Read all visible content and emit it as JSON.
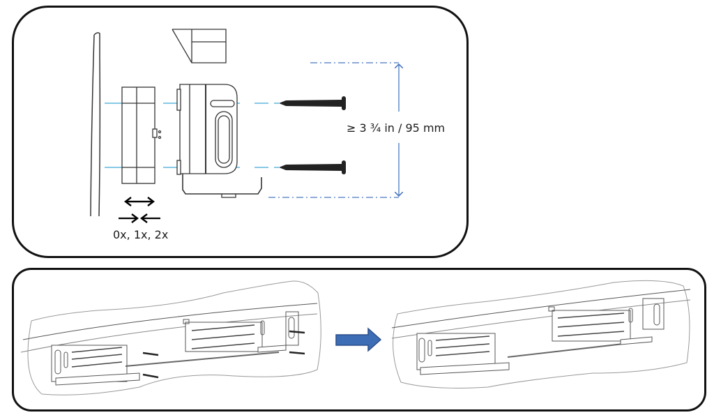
{
  "diagram": {
    "title": "Wall mount bracket installation",
    "top_panel": {
      "name": "bracket-spacing-detail",
      "spacing_label": "≥ 3 ¾ in / 95 mm",
      "offset_label": "0x, 1x, 2x",
      "components": [
        "wall",
        "spacer",
        "end-cap",
        "bracket",
        "screw-upper",
        "screw-lower",
        "dimension-arrow",
        "offset-arrows"
      ]
    },
    "bottom_panel": {
      "name": "soundbar-mount-sequence",
      "steps": [
        {
          "name": "before",
          "description": "Brackets with screws being inserted"
        },
        {
          "name": "after",
          "description": "Brackets mounted"
        }
      ],
      "transition_icon": "right-arrow-icon"
    },
    "colors": {
      "guide_line": "#3fa9d6",
      "dimension_line": "#4a78c0",
      "arrow_fill": "#3d6db5",
      "arrow_stroke": "#2a4f8a",
      "outline": "#111111",
      "sketch": "#555555"
    }
  }
}
